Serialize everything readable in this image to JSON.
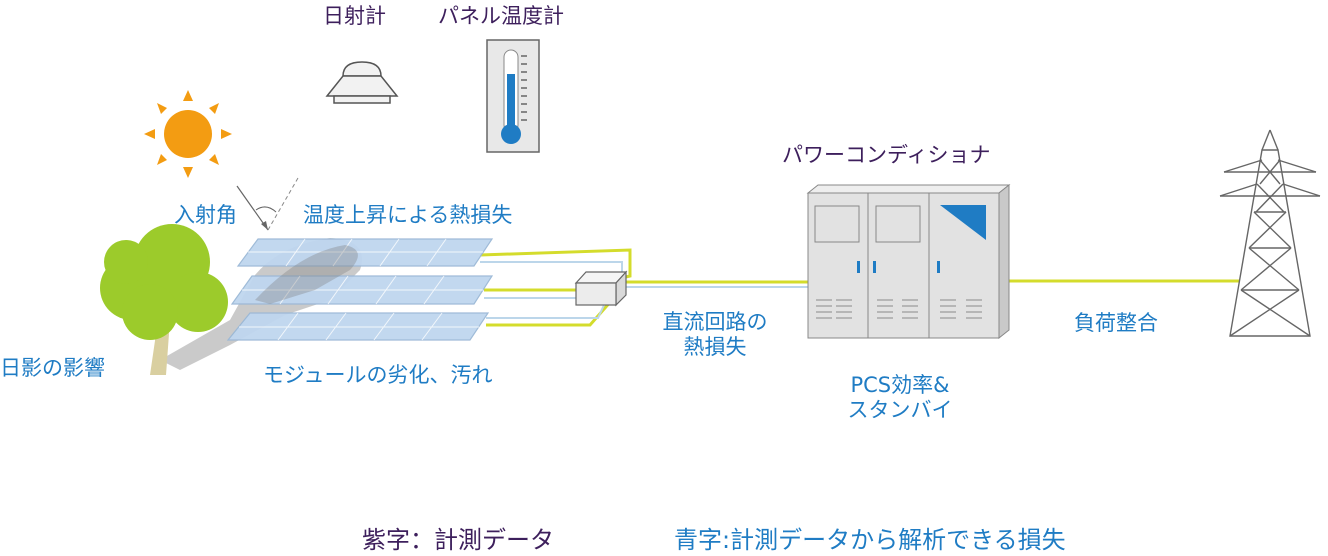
{
  "labels": {
    "pyranometer": "日射計",
    "panel_thermometer": "パネル温度計",
    "incidence_angle": "入射角",
    "heat_loss_temp_rise": "温度上昇による熱損失",
    "shading_effect": "日影の影響",
    "module_degradation": "モジュールの劣化、汚れ",
    "dc_circuit_line1": "直流回路の",
    "dc_circuit_line2": "熱損失",
    "power_conditioner": "パワーコンディショナ",
    "pcs_line1": "PCS効率&",
    "pcs_line2": "スタンバイ",
    "load_matching": "負荷整合"
  },
  "legend": {
    "purple": "紫字：計測データ",
    "blue": "青字:計測データから解析できる損失"
  },
  "colors": {
    "measured": "#3d1f5c",
    "analyzed": "#1f7cc4",
    "sun": "#f39c12",
    "tree": "#9ccb2b",
    "wire": "#d4dc2c",
    "panel": "#bfd6ef"
  }
}
